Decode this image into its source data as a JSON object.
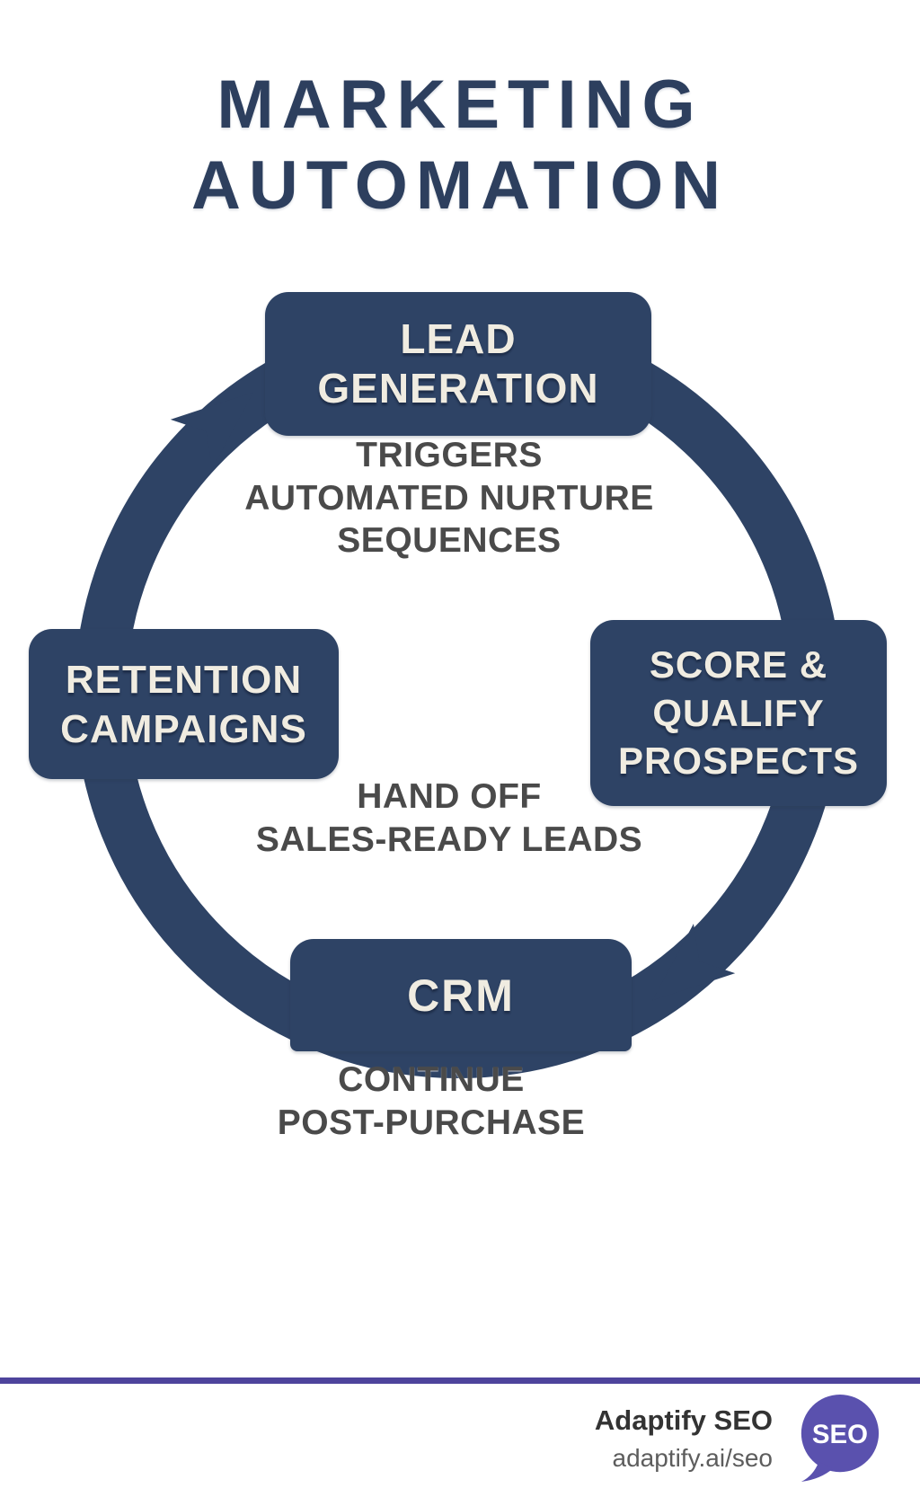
{
  "title": "MARKETING\nAUTOMATION",
  "nodes": {
    "lead_generation": "LEAD\nGENERATION",
    "score_qualify": "SCORE &\nQUALIFY\nPROSPECTS",
    "crm": "CRM",
    "retention": "RETENTION\nCAMPAIGNS"
  },
  "connector_labels": {
    "lead_to_score": "TRIGGERS\nAUTOMATED NURTURE\nSEQUENCES",
    "score_to_crm": "HAND OFF\nSALES-READY LEADS",
    "crm_continue": "CONTINUE\nPOST-PURCHASE"
  },
  "footer": {
    "brand": "Adaptify SEO",
    "url": "adaptify.ai/seo",
    "logo_text": "SEO"
  },
  "colors": {
    "navy": "#2e4365",
    "title_navy": "#2d3f5e",
    "cream_text": "#f0ece1",
    "label_gray": "#4a4a4a",
    "logo_purple": "#5a51ae",
    "divider_purple": "#4e449c",
    "background": "#ffffff"
  }
}
